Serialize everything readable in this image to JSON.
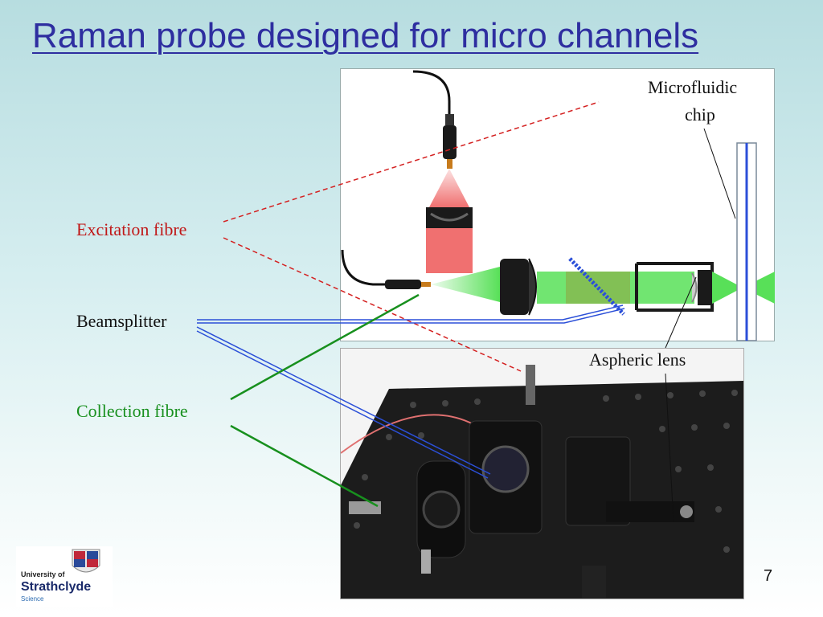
{
  "slide": {
    "title": "Raman probe designed for micro channels",
    "page_number": "7"
  },
  "labels": {
    "excitation_fibre": "Excitation fibre",
    "beamsplitter": "Beamsplitter",
    "collection_fibre": "Collection fibre",
    "microfluidic_line1": "Microfluidic",
    "microfluidic_line2": "chip",
    "aspheric_lens": "Aspheric lens"
  },
  "logo": {
    "line1": "University of",
    "line2": "Strathclyde",
    "line3": "Science"
  },
  "colors": {
    "title": "#2e2ea0",
    "excitation": "#c01818",
    "collection": "#18901e",
    "beamsplitter_line": "#2b4fd8",
    "green_beam": "#58e058",
    "red_beam": "#f07070"
  }
}
